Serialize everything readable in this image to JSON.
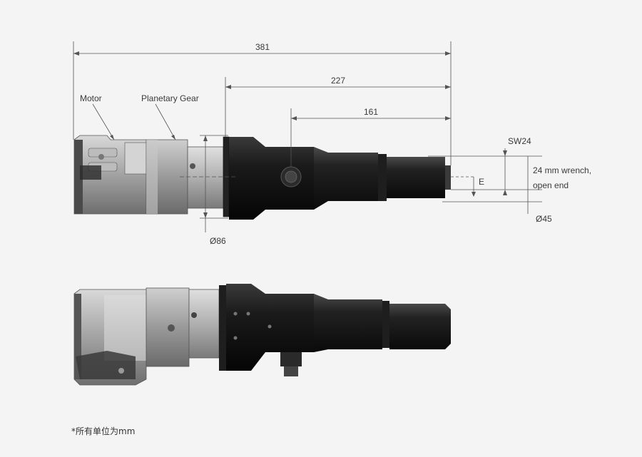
{
  "dimensions": {
    "overall_length": "381",
    "length_from_flange": "227",
    "length_from_port": "161",
    "wrench_size": "SW24",
    "wrench_note_line1": "24 mm wrench,",
    "wrench_note_line2": "open end",
    "offset": "E",
    "shaft_diameter": "Ø45",
    "flange_diameter": "Ø86"
  },
  "labels": {
    "motor": "Motor",
    "gear": "Planetary Gear"
  },
  "footnote": "*所有单位为mm"
}
